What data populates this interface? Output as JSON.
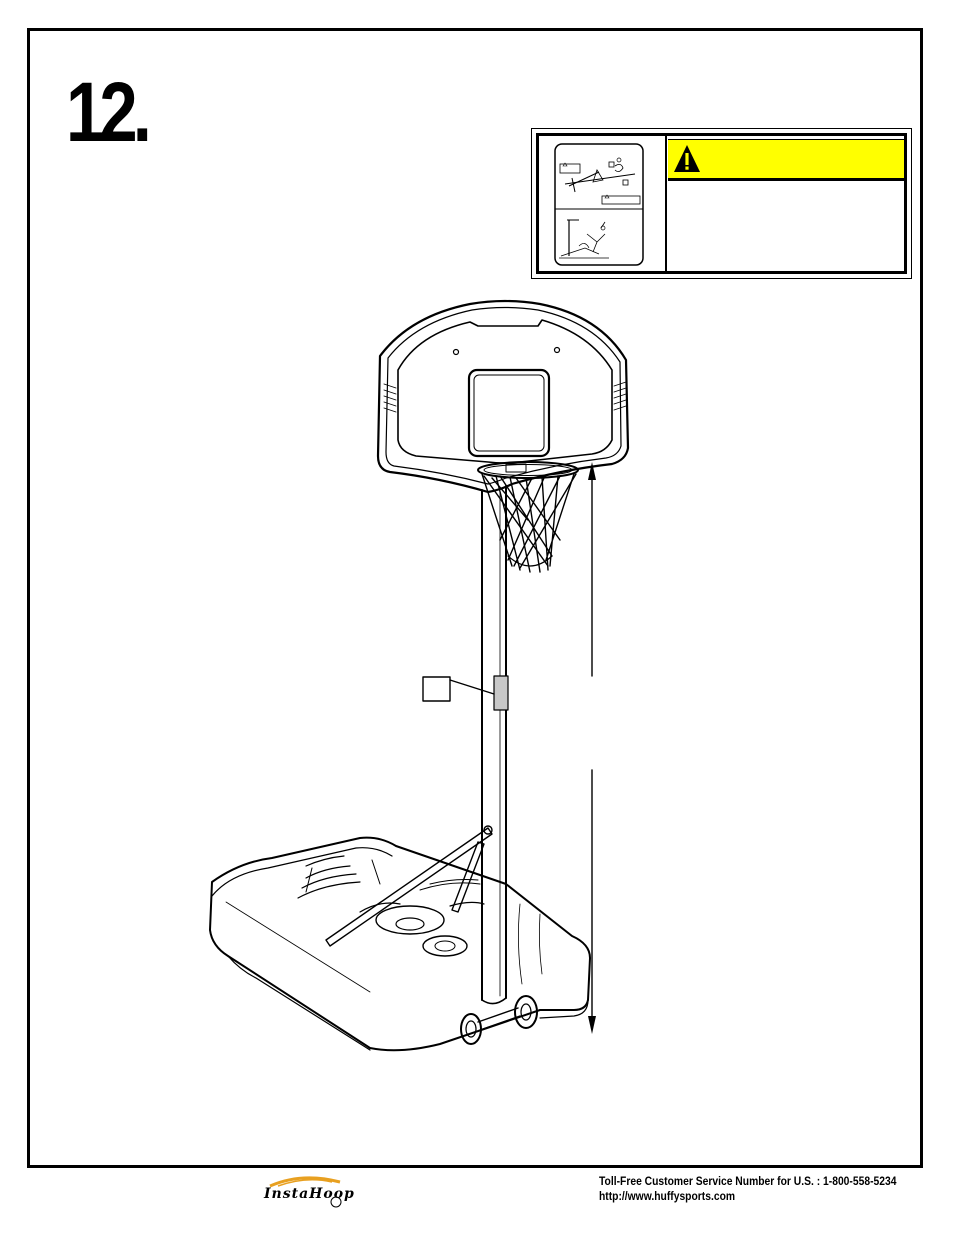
{
  "step": {
    "number": "12."
  },
  "warning": {
    "heading": "",
    "body": "",
    "icon": "warning-triangle-icon",
    "banner_color": "#ffff00"
  },
  "callout": {
    "label": ""
  },
  "footer": {
    "phone_text": "Toll-Free Customer Service Number for U.S. : 1-800-558-5234",
    "url_text": "http://www.huffysports.com",
    "brand_name": "InstaHoop"
  },
  "colors": {
    "frame": "#000000",
    "label_fill": "#c8c8c8",
    "logo_swoosh": "#e8a020"
  }
}
